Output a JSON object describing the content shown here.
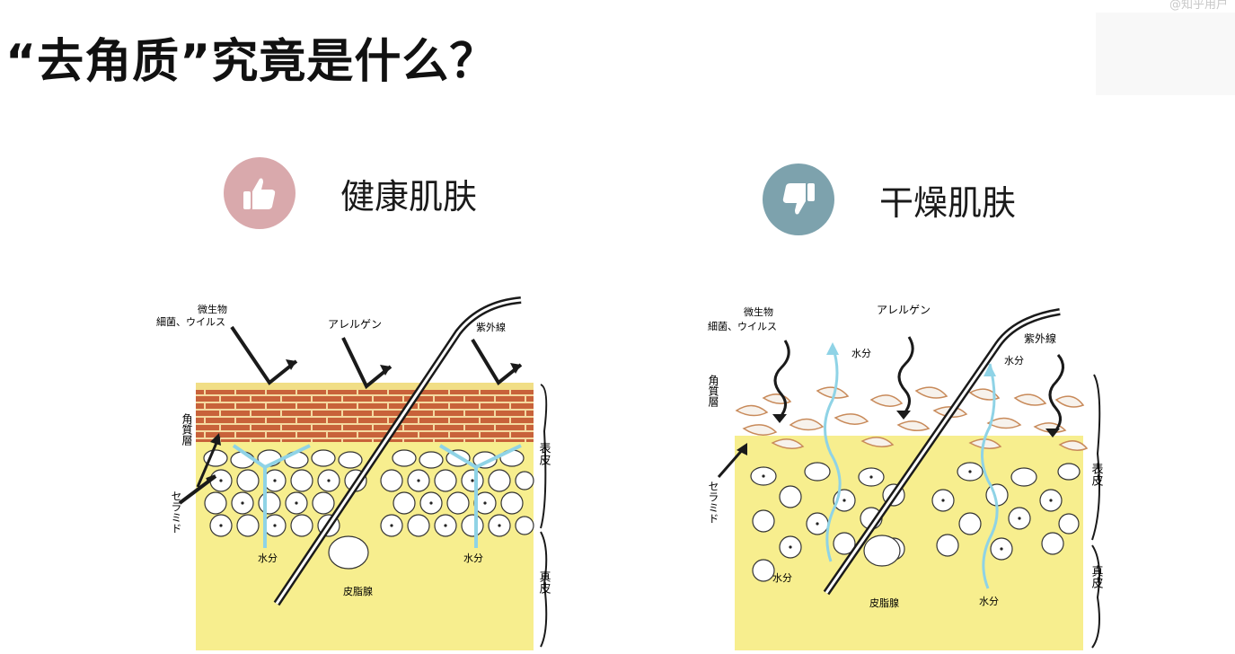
{
  "title": "“去角质”究竟是什么？",
  "watermark": "@知乎用户",
  "healthy": {
    "label": "健康肌肤",
    "icon": "thumbs-up-icon",
    "badge_color": "#d9a9ac",
    "labels": {
      "microbes": "微生物",
      "bacteria_virus": "細菌、ウイルス",
      "allergen": "アレルゲン",
      "uv": "紫外線",
      "stratum_corneum": "角質層",
      "ceramide": "セラミド",
      "epidermis": "表皮",
      "dermis": "真皮",
      "moisture": "水分",
      "sebaceous": "皮脂腺"
    }
  },
  "dry": {
    "label": "干燥肌肤",
    "icon": "thumbs-down-icon",
    "badge_color": "#7da2ad",
    "labels": {
      "microbes": "微生物",
      "bacteria_virus": "細菌、ウイルス",
      "allergen": "アレルゲン",
      "uv": "紫外線",
      "stratum_corneum": "角質層",
      "ceramide": "セラミド",
      "epidermis": "表皮",
      "dermis": "真皮",
      "moisture_top": "水分",
      "moisture_right": "水分",
      "moisture_bottom_left": "水分",
      "moisture_bottom_right": "水分",
      "sebaceous": "皮脂腺"
    }
  },
  "colors": {
    "skin_yellow": "#f7ee8e",
    "brick": "#c8623a",
    "mortar": "#f4d9a0",
    "water": "#8fd3e6",
    "ink": "#1a1a1a"
  }
}
